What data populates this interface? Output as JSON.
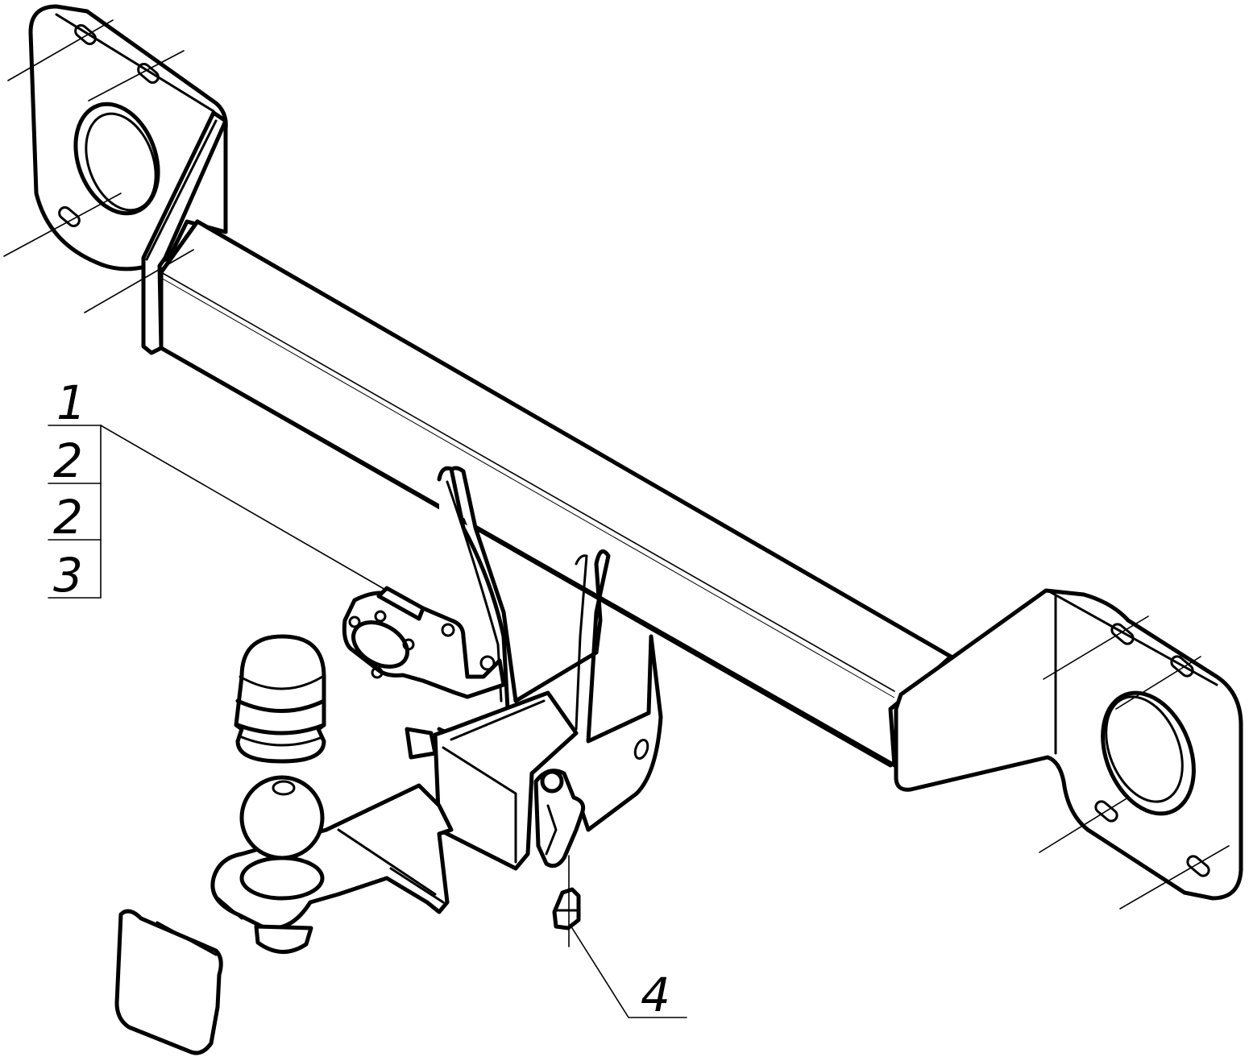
{
  "callouts": {
    "stack": [
      "1",
      "2",
      "2",
      "3"
    ],
    "bottom": "4"
  },
  "colors": {
    "line": "#000000",
    "background": "#ffffff"
  }
}
